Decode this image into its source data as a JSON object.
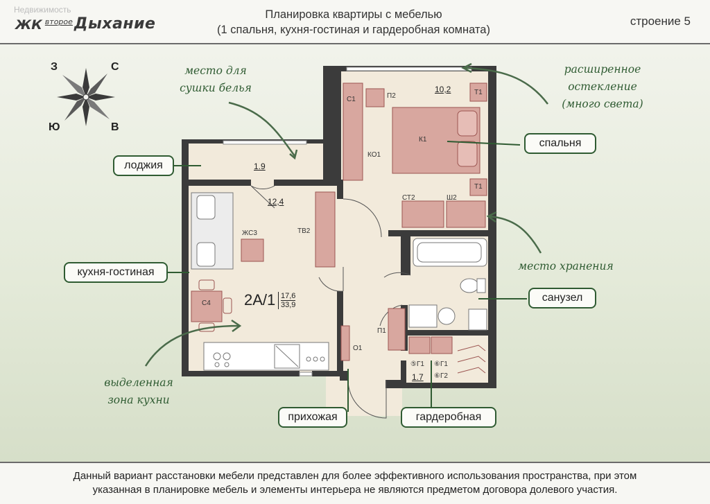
{
  "header": {
    "watermark": "Недвижимость",
    "logo": {
      "prefix": "ЖК",
      "small": "второе",
      "main": "Дыхание"
    },
    "title_line1": "Планировка квартиры с мебелью",
    "title_line2": "(1 спальня, кухня-гостиная и гардеробная комната)",
    "building": "строение 5"
  },
  "compass": {
    "west": "З",
    "north": "С",
    "south": "Ю",
    "east": "В"
  },
  "tags": {
    "loggia": "лоджия",
    "bedroom": "спальня",
    "kitchen_living": "кухня-гостиная",
    "bathroom": "санузел",
    "hallway": "прихожая",
    "wardrobe": "гардеробная"
  },
  "notes": {
    "drying": [
      "место для",
      "сушки белья"
    ],
    "glazing": [
      "расширенное",
      "остекление",
      "(много света)"
    ],
    "storage": "место хранения",
    "kitchen_zone": [
      "выделенная",
      "зона кухни"
    ]
  },
  "rooms": {
    "loggia_area": "1.9",
    "living_area": "12,4",
    "bedroom_area": "10,2",
    "wardrobe_area": "1.7"
  },
  "apartment": {
    "code": "2А/1",
    "living": "17,6",
    "total": "33,9"
  },
  "furniture_labels": {
    "c1": "С1",
    "p2": "П2",
    "t1a": "Т1",
    "t1b": "Т1",
    "k1": "К1",
    "ko1": "КО1",
    "st2": "СТ2",
    "sh2": "Ш2",
    "zhs3": "ЖС3",
    "tv2": "ТВ2",
    "c4": "С4",
    "p1": "П1",
    "o1": "О1",
    "g1a": "⑤Г1",
    "g1b": "⑥Г1",
    "g2": "⑥Г2"
  },
  "footer": {
    "line1": "Данный вариант расстановки мебели представлен для более эффективного использования пространства, при этом",
    "line2": "указанная в планировке мебель и элементы интерьера не являются предметом договора долевого участия."
  },
  "colors": {
    "accent": "#2f5b32",
    "furniture": "#d8a79f",
    "furniture_dark": "#9b5450",
    "floor": "#f2eadb"
  }
}
